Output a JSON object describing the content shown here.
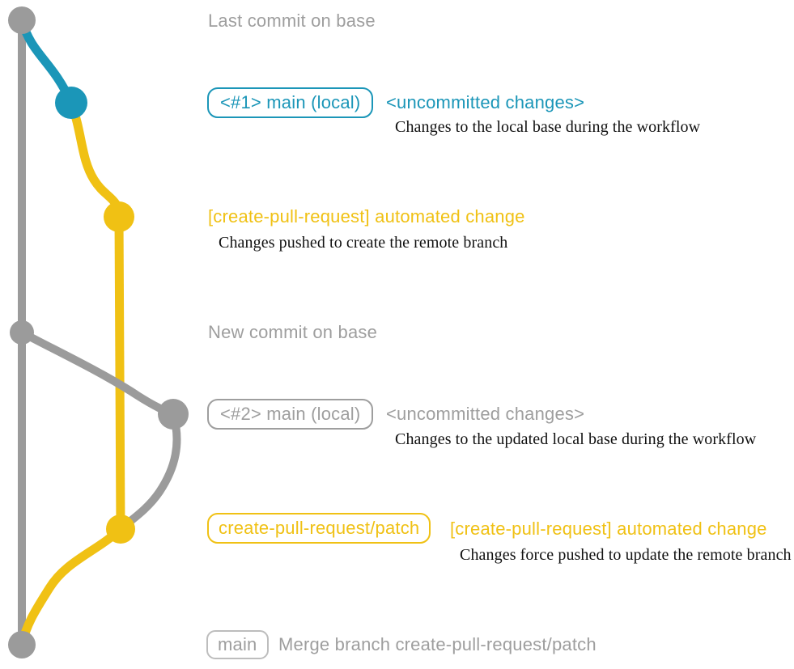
{
  "colors": {
    "gray": "#9b9b9b",
    "blue": "#1b96b8",
    "yellow": "#f0c114",
    "gray_text": "#9e9e9e",
    "light_gray_border": "#bdbdbd",
    "note_black": "#111111"
  },
  "graph": {
    "commit_dots": [
      {
        "name": "last-commit-on-base",
        "color": "gray"
      },
      {
        "name": "local-main-commit-1",
        "color": "blue"
      },
      {
        "name": "patch-commit-1",
        "color": "yellow"
      },
      {
        "name": "new-commit-on-base",
        "color": "gray"
      },
      {
        "name": "local-main-commit-2",
        "color": "gray"
      },
      {
        "name": "patch-commit-2",
        "color": "yellow"
      },
      {
        "name": "merge-commit",
        "color": "gray"
      }
    ]
  },
  "annotations": {
    "last_commit_label": "Last commit on base",
    "new_commit_label": "New commit on base",
    "row1": {
      "badge": "<#1> main (local)",
      "title": "<uncommitted changes>",
      "note": "Changes to the local base during the workflow"
    },
    "row2": {
      "title": "[create-pull-request] automated change",
      "note": "Changes pushed to create the remote branch"
    },
    "row3": {
      "badge": "<#2> main (local)",
      "title": "<uncommitted changes>",
      "note": "Changes to the updated local base during the workflow"
    },
    "row4": {
      "badge": "create-pull-request/patch",
      "title": "[create-pull-request] automated change",
      "note": "Changes force pushed to update the remote branch"
    },
    "row5": {
      "badge": "main",
      "title": "Merge branch create-pull-request/patch"
    }
  }
}
